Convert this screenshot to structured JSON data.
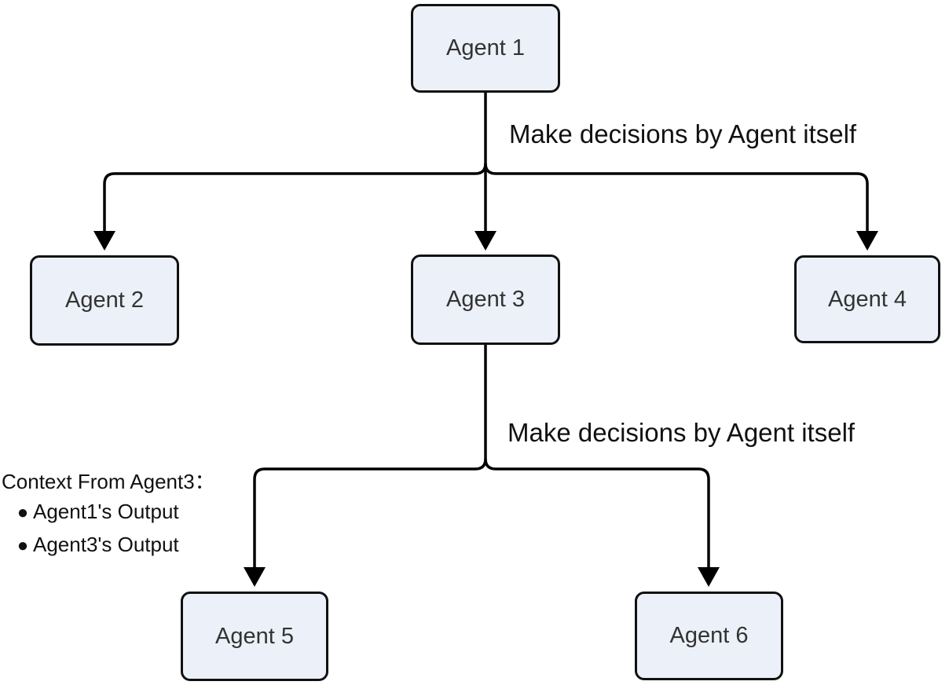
{
  "diagram": {
    "nodes": [
      {
        "id": "agent1",
        "label": "Agent 1"
      },
      {
        "id": "agent2",
        "label": "Agent 2"
      },
      {
        "id": "agent3",
        "label": "Agent 3"
      },
      {
        "id": "agent4",
        "label": "Agent 4"
      },
      {
        "id": "agent5",
        "label": "Agent 5"
      },
      {
        "id": "agent6",
        "label": "Agent 6"
      }
    ],
    "edge_labels": [
      {
        "text": "Make decisions by Agent itself"
      },
      {
        "text": "Make decisions by Agent itself"
      }
    ],
    "note": {
      "title": "Context From Agent3：",
      "bullet": "●",
      "items": [
        "Agent1's Output",
        "Agent3's Output"
      ]
    },
    "colors": {
      "background": "#ffffff",
      "node_fill": "#ECF1F9",
      "node_border": "#111111",
      "node_text": "#333333",
      "edge": "#000000",
      "label_text": "#111111"
    }
  }
}
